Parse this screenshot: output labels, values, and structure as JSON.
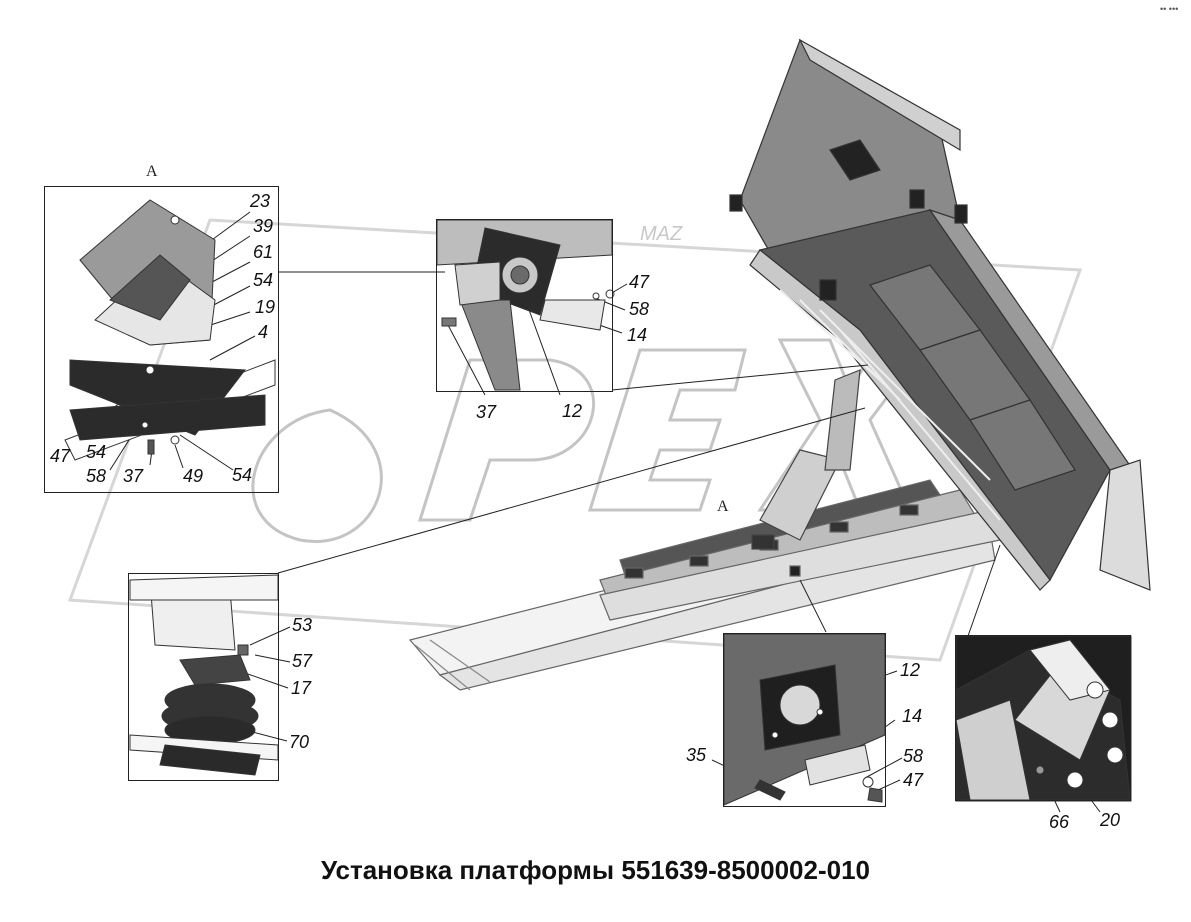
{
  "title": "Установка платформы 551639-8500002-010",
  "watermark": "OPEX",
  "view_letter": "A",
  "corner_mark": "•• •••",
  "insets": {
    "view_a": {
      "letter": "A",
      "labels": {
        "l23": "23",
        "l39": "39",
        "l61": "61",
        "l54a": "54",
        "l19": "19",
        "l4": "4",
        "l47": "47",
        "l54b": "54",
        "l58": "58",
        "l37": "37",
        "l49": "49",
        "l54c": "54"
      }
    },
    "top_mount": {
      "labels": {
        "l47": "47",
        "l58": "58",
        "l14": "14",
        "l37": "37",
        "l12": "12"
      }
    },
    "air_spring": {
      "labels": {
        "l53": "53",
        "l57": "57",
        "l17": "17",
        "l70": "70"
      }
    },
    "pin_plate": {
      "labels": {
        "l12": "12",
        "l14": "14",
        "l35": "35",
        "l58": "58",
        "l47": "47"
      }
    },
    "hinge": {
      "labels": {
        "l66": "66",
        "l20": "20"
      }
    }
  },
  "colors": {
    "body_gray": "#8a8a8a",
    "dark_gray": "#3a3a3a",
    "light_gray": "#d6d6d6",
    "frame_white": "#f2f2f2",
    "watermark": "#bcbcbc",
    "outline": "#222222"
  }
}
